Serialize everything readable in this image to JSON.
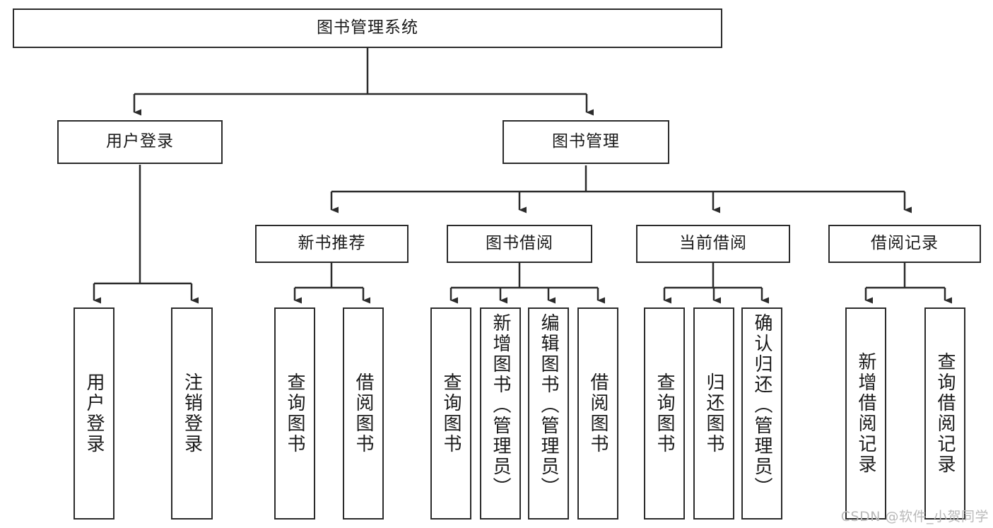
{
  "diagram": {
    "title": "图书管理系统",
    "type": "tree-hierarchy",
    "watermark": "CSDN @软件_小贺同学",
    "colors": {
      "box_border": "#2b2b2b",
      "box_fill": "#ffffff",
      "connector": "#2b2b2b",
      "text": "#1a1a1a",
      "watermark": "#b9b9b9",
      "background": "#ffffff"
    },
    "levels": {
      "level1": [
        {
          "id": "root",
          "label": "图书管理系统"
        }
      ],
      "level2": [
        {
          "id": "user-login",
          "label": "用户登录"
        },
        {
          "id": "book-manage",
          "label": "图书管理"
        }
      ],
      "level3": [
        {
          "id": "new-book-recommend",
          "label": "新书推荐"
        },
        {
          "id": "book-borrow",
          "label": "图书借阅"
        },
        {
          "id": "current-borrow",
          "label": "当前借阅"
        },
        {
          "id": "borrow-record",
          "label": "借阅记录"
        }
      ],
      "level4": [
        {
          "id": "leaf-user-login",
          "label": "用户登录",
          "parent": "user-login"
        },
        {
          "id": "leaf-logout-login",
          "label": "注销登录",
          "parent": "user-login"
        },
        {
          "id": "leaf-query-book-1",
          "label": "查询图书",
          "parent": "new-book-recommend"
        },
        {
          "id": "leaf-borrow-book-1",
          "label": "借阅图书",
          "parent": "new-book-recommend"
        },
        {
          "id": "leaf-query-book-2",
          "label": "查询图书",
          "parent": "book-borrow"
        },
        {
          "id": "leaf-add-book",
          "label": "新增图书（管理员）",
          "parent": "book-borrow"
        },
        {
          "id": "leaf-edit-book",
          "label": "编辑图书（管理员）",
          "parent": "book-borrow"
        },
        {
          "id": "leaf-borrow-book-2",
          "label": "借阅图书",
          "parent": "book-borrow"
        },
        {
          "id": "leaf-query-book-3",
          "label": "查询图书",
          "parent": "current-borrow"
        },
        {
          "id": "leaf-return-book",
          "label": "归还图书",
          "parent": "current-borrow"
        },
        {
          "id": "leaf-confirm-return",
          "label": "确认归还（管理员）",
          "parent": "current-borrow"
        },
        {
          "id": "leaf-add-record",
          "label": "新增借阅记录",
          "parent": "borrow-record"
        },
        {
          "id": "leaf-query-record",
          "label": "查询借阅记录",
          "parent": "borrow-record"
        }
      ]
    }
  }
}
